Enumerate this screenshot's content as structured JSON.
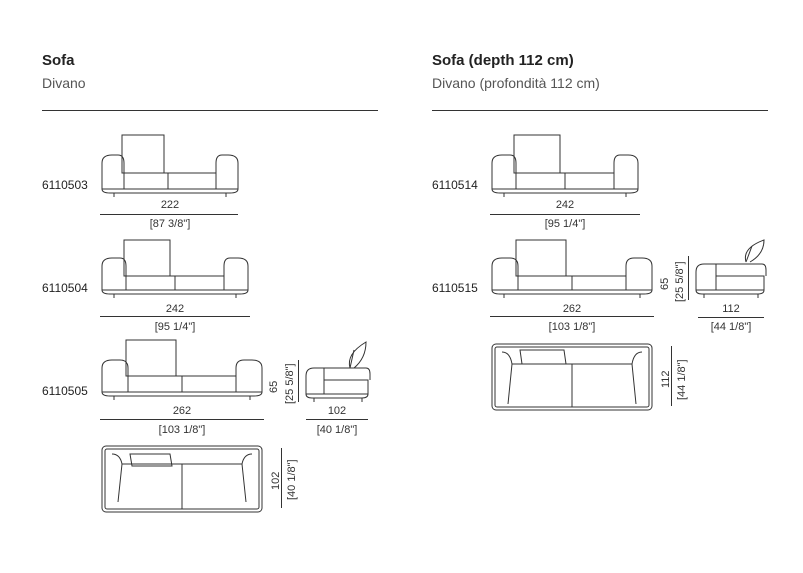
{
  "left": {
    "title": "Sofa",
    "subtitle": "Divano",
    "items": [
      {
        "code": "6110503",
        "width": "222",
        "width_in": "[87 3/8\"]"
      },
      {
        "code": "6110504",
        "width": "242",
        "width_in": "[95 1/4\"]"
      },
      {
        "code": "6110505",
        "width": "262",
        "width_in": "[103 1/8\"]",
        "height": "65",
        "height_in": "[25 5/8\"]"
      }
    ],
    "side": {
      "depth": "102",
      "depth_in": "[40 1/8\"]"
    },
    "plan": {
      "depth": "102",
      "depth_in": "[40 1/8\"]"
    }
  },
  "right": {
    "title": "Sofa (depth 112 cm)",
    "subtitle": "Divano (profondità 112 cm)",
    "items": [
      {
        "code": "6110514",
        "width": "242",
        "width_in": "[95 1/4\"]"
      },
      {
        "code": "6110515",
        "width": "262",
        "width_in": "[103 1/8\"]",
        "height": "65",
        "height_in": "[25 5/8\"]"
      }
    ],
    "side": {
      "depth": "112",
      "depth_in": "[44 1/8\"]"
    },
    "plan": {
      "depth": "112",
      "depth_in": "[44 1/8\"]"
    }
  }
}
